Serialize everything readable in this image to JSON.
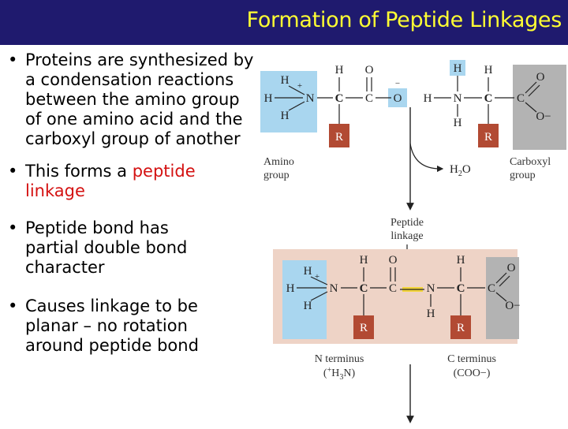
{
  "slide": {
    "title": "Formation of Peptide Linkages",
    "bullets": [
      {
        "text": "Proteins are synthesized by a condensation reactions between the amino group of one amino acid and the carboxyl group of another"
      },
      {
        "text_before": "This forms a ",
        "highlight": "peptide linkage",
        "text_after": ""
      },
      {
        "text": "Peptide bond has partial double bond character"
      },
      {
        "text": "Causes linkage to be planar – no rotation around peptide bond"
      }
    ],
    "bullet_glyph": "•"
  },
  "figure": {
    "labels": {
      "amino_group": [
        "Amino",
        "group"
      ],
      "carboxyl_group": [
        "Carboxyl",
        "group"
      ],
      "peptide_linkage": [
        "Peptide",
        "linkage"
      ],
      "n_terminus": "N terminus",
      "n_terminus_formula": "(+H3N)",
      "c_terminus": "C terminus",
      "c_terminus_formula": "(COO−)",
      "water": "H2O"
    },
    "atoms": {
      "H": "H",
      "N": "N",
      "C": "C",
      "O": "O",
      "R": "R",
      "plus": "+",
      "minus": "−",
      "ominus": "O−"
    },
    "colors": {
      "title_bg": "#1f1a6e",
      "title_text": "#ffff33",
      "highlight_text": "#d41111",
      "amino_box": "#a9d6ef",
      "carboxyl_box": "#b3b3b3",
      "peptide_box": "#eed3c6",
      "r_box": "#b24a33",
      "bond_highlight": "#f2d43a"
    }
  }
}
